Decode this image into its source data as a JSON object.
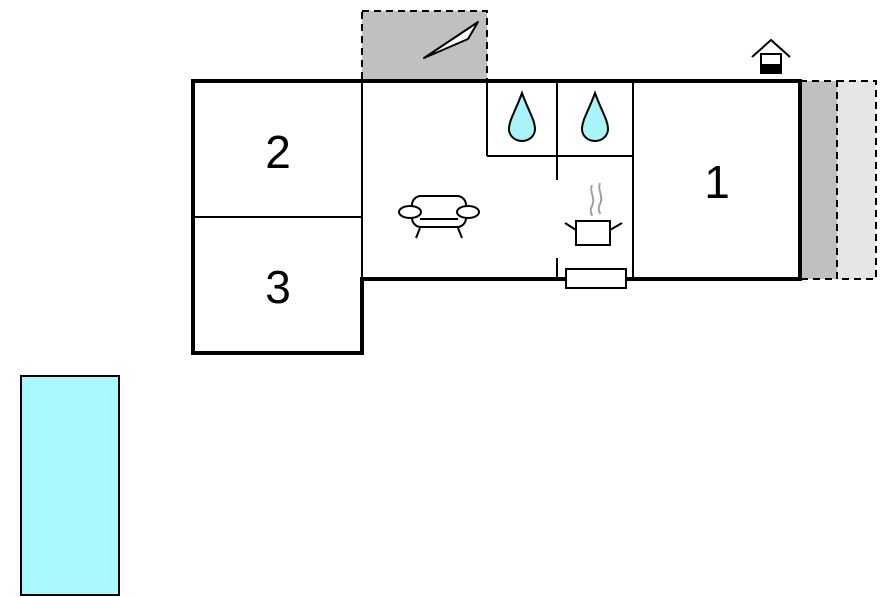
{
  "floorplan": {
    "rooms": [
      {
        "id": "room-1",
        "label": "1"
      },
      {
        "id": "room-2",
        "label": "2"
      },
      {
        "id": "room-3",
        "label": "3"
      }
    ],
    "icons": [
      "terrace-roof-icon",
      "water-drop-icon",
      "water-drop-icon",
      "sofa-icon",
      "cooking-pot-icon",
      "radiator-icon",
      "house-entrance-icon"
    ],
    "colors": {
      "wall": "#000000",
      "water": "#a8f4f8",
      "pool": "#a8f8ff",
      "terrace": "#c0c0c0",
      "terrace_light": "#e6e6e6",
      "icon_gray": "#a0a0a0"
    }
  }
}
